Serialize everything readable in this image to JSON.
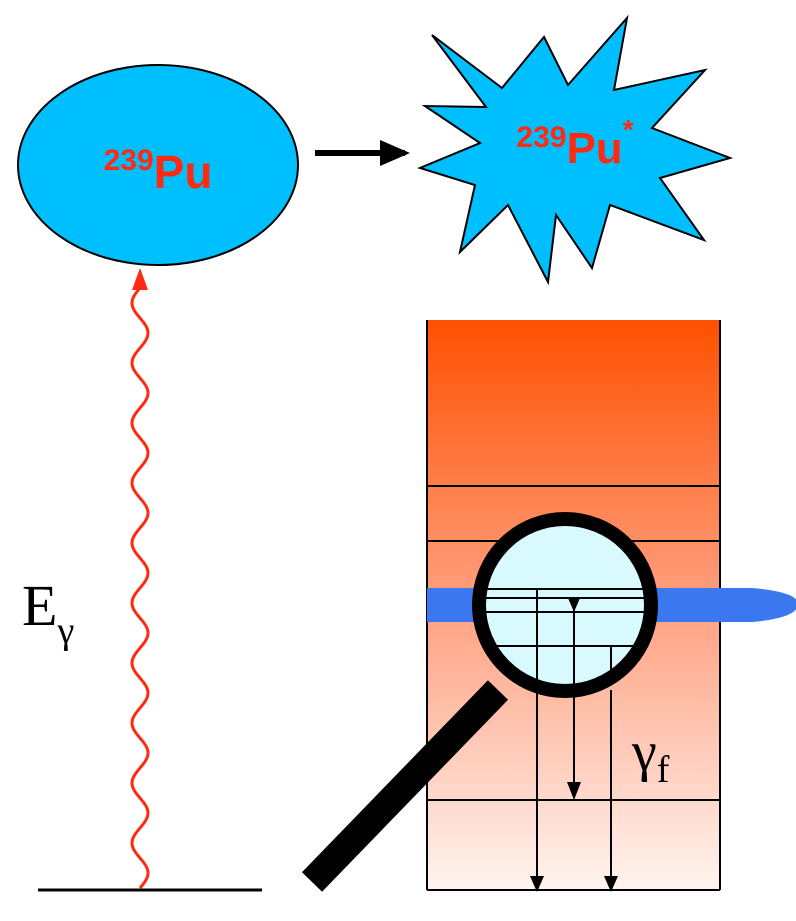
{
  "nucleus": {
    "mass_number": "239",
    "symbol": "Pu"
  },
  "excited_nucleus": {
    "mass_number": "239",
    "symbol": "Pu",
    "excitation_mark": "*"
  },
  "photon_energy": {
    "symbol": "E",
    "subscript": "γ"
  },
  "fission_gamma": {
    "symbol": "γ",
    "subscript": "f"
  },
  "colors": {
    "nucleus_fill": "#00BFFF",
    "label_red": "#FF2A10",
    "photon_wave": "#FF2A10",
    "resonance_band": "#3B78F0",
    "lens_fill": "#D8FAFF",
    "column_top": "#FF5000",
    "column_bottom": "#FFF4F0"
  }
}
